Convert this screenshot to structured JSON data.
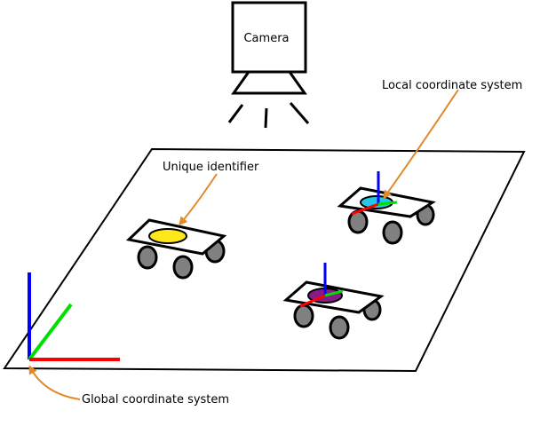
{
  "labels": {
    "camera": "Camera",
    "local_cs": "Local coordinate system",
    "unique_id": "Unique identifier",
    "global_cs": "Global coordinate system"
  },
  "colors": {
    "x_axis": "#ff0000",
    "y_axis": "#00e000",
    "z_axis": "#0000ff",
    "annotation_arrow": "#e08a2a",
    "marker_yellow": "#ffe81a",
    "marker_cyan": "#22c8e8",
    "marker_purple": "#8a1a8a",
    "wheel": "#808080"
  }
}
